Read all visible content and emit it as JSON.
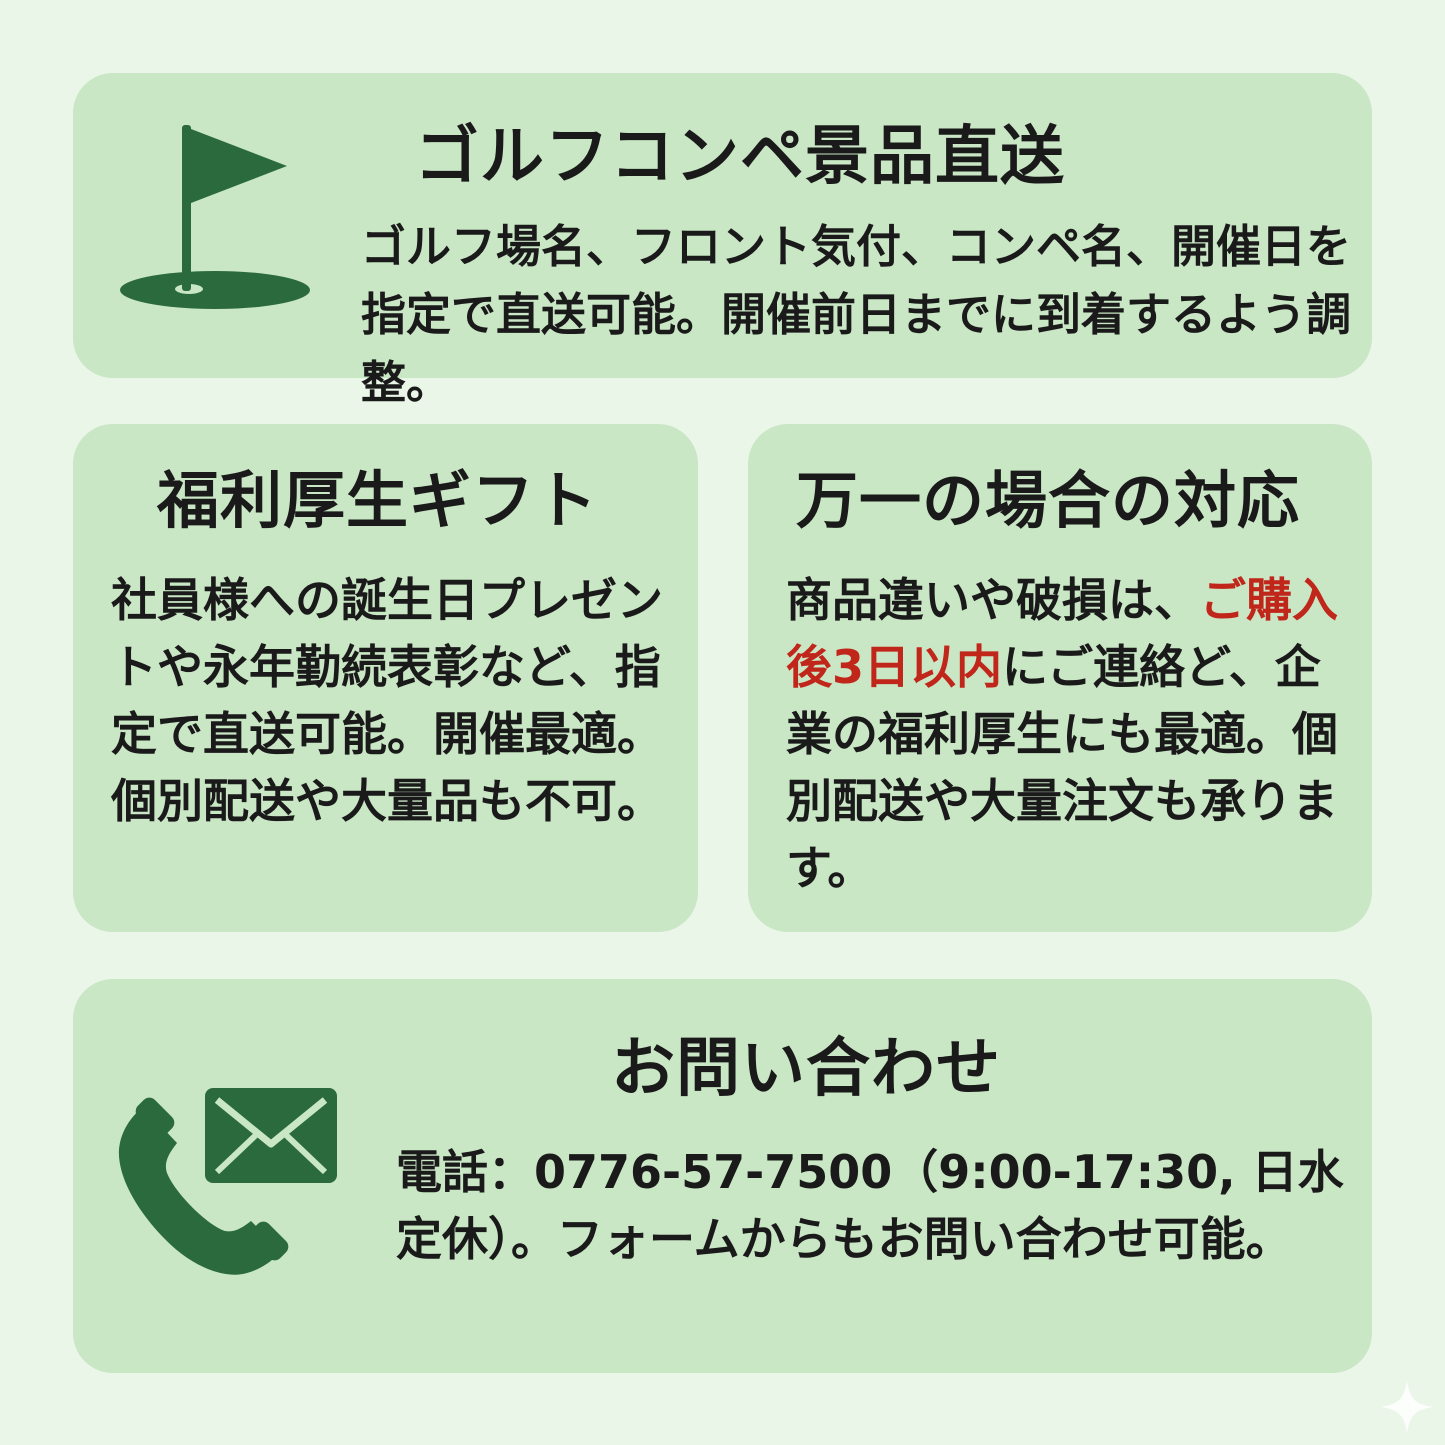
{
  "colors": {
    "background": "#eaf6e8",
    "card": "#c9e6c5",
    "icon_green": "#2b6a3d",
    "text": "#1a1a1a",
    "accent_red": "#c1261b"
  },
  "golf": {
    "icon": "golf-flag-icon",
    "title": "ゴルフコンペ景品直送",
    "body": "ゴルフ場名、フロント気付、コンペ名、開催日を指定で直送可能。開催前日までに到着するよう調整。"
  },
  "welfare": {
    "title": "福利厚生ギフト",
    "body": "社員様への誕生日プレゼントや永年勤続表彰など、指定で直送可能。開催最適。個別配送や大量品も不可。"
  },
  "trouble": {
    "title": "万一の場合の対応",
    "body_before": "商品違いや破損は、",
    "body_highlight": "ご購入後3日以内",
    "body_after": "にご連絡ど、企業の福利厚生にも最適。個別配送や大量注文も承ります。"
  },
  "contact": {
    "icons": [
      "phone-icon",
      "mail-icon"
    ],
    "title": "お問い合わせ",
    "body": "電話：0776-57-7500（9:00-17:30, 日水定休）。フォームからもお問い合わせ可能。"
  }
}
